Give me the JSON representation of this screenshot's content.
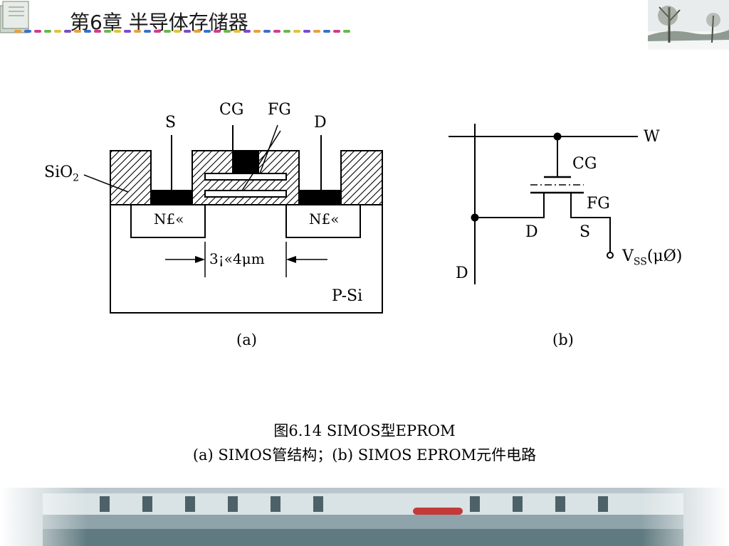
{
  "header": {
    "title": "第6章    半导体存储器",
    "dot_colors": [
      "#e8a13a",
      "#3b6fd1",
      "#d23c8a",
      "#6bb84a",
      "#e2c23a",
      "#7b4bc9",
      "#e8a13a",
      "#3b6fd1",
      "#d23c8a",
      "#6bb84a",
      "#e2c23a",
      "#7b4bc9",
      "#e8a13a",
      "#3b6fd1",
      "#d23c8a",
      "#6bb84a",
      "#e2c23a",
      "#7b4bc9",
      "#e8a13a",
      "#3b6fd1",
      "#d23c8a",
      "#6bb84a",
      "#e2c23a",
      "#7b4bc9",
      "#e8a13a",
      "#3b6fd1",
      "#d23c8a",
      "#6bb84a",
      "#e2c23a",
      "#7b4bc9",
      "#e8a13a",
      "#3b6fd1",
      "#d23c8a",
      "#6bb84a"
    ]
  },
  "diagram_a": {
    "label_cg": "CG",
    "label_fg": "FG",
    "label_s": "S",
    "label_d": "D",
    "label_sio": "SiO",
    "label_sio_sub": "2",
    "label_n_left": "N£«",
    "label_n_right": "N£«",
    "label_dim": "3¡«4μm",
    "label_psi": "P-Si",
    "caption": "(a)"
  },
  "diagram_b": {
    "label_w": "W",
    "label_cg": "CG",
    "label_fg": "FG",
    "label_d_inner": "D",
    "label_s": "S",
    "label_d_outer": "D",
    "label_vss": "V",
    "label_vss_sub": "SS",
    "label_vss_suffix": "(μØ)",
    "caption": "(b)"
  },
  "figure_caption": {
    "line1": "图6.14  SIMOS型EPROM",
    "line2": "(a)  SIMOS管结构；(b)  SIMOS EPROM元件电路"
  }
}
